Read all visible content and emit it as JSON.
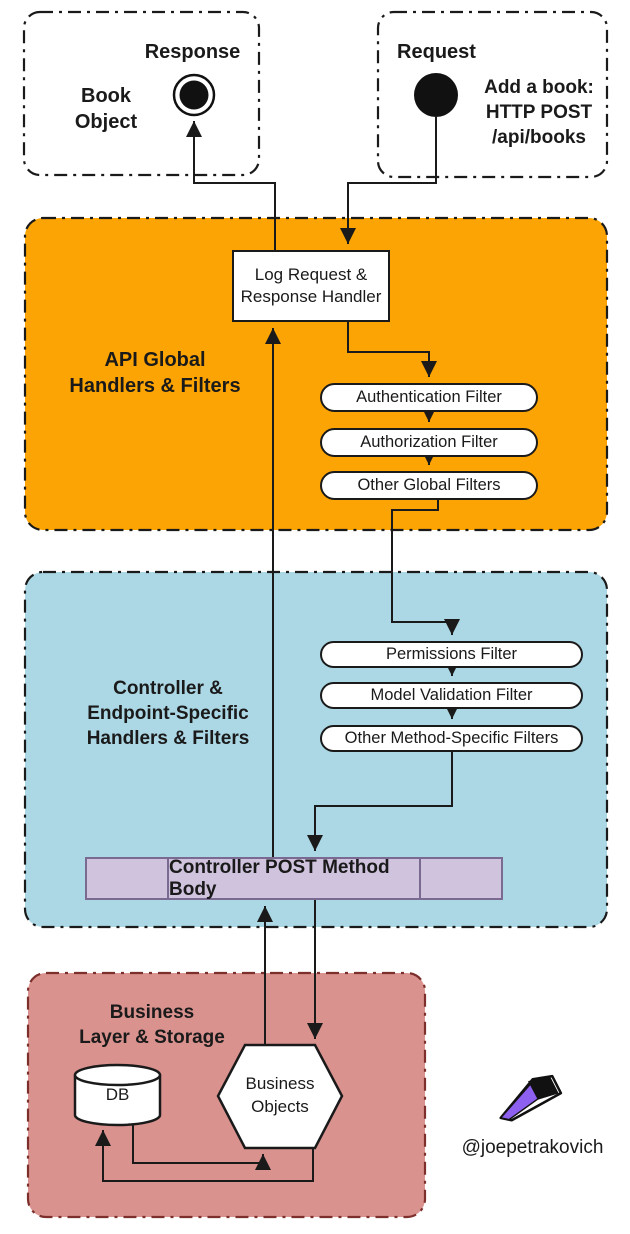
{
  "colors": {
    "orange": "#FCA403",
    "light_blue": "#ACD8E6",
    "salmon": "#D9928E",
    "bar_fill": "#CFC3DE",
    "bar_border": "#7A6A91",
    "pen_purple": "#8E60EF",
    "line": "#1A1A1A"
  },
  "response_box": {
    "label": "Response",
    "object_label": "Book\nObject"
  },
  "request_box": {
    "label": "Request",
    "annotation": "Add a book:\nHTTP POST\n/api/books"
  },
  "api_global": {
    "label": "API Global\nHandlers & Filters",
    "handler": "Log Request &\nResponse Handler",
    "filters": [
      "Authentication Filter",
      "Authorization Filter",
      "Other Global Filters"
    ]
  },
  "controller": {
    "label": "Controller &\nEndpoint-Specific\nHandlers & Filters",
    "filters": [
      "Permissions Filter",
      "Model Validation Filter",
      "Other Method-Specific Filters"
    ],
    "method_body": "Controller POST Method Body"
  },
  "business": {
    "label": "Business\nLayer & Storage",
    "db_label": "DB",
    "objects_label": "Business\nObjects"
  },
  "credit": {
    "handle": "@joepetrakovich"
  }
}
